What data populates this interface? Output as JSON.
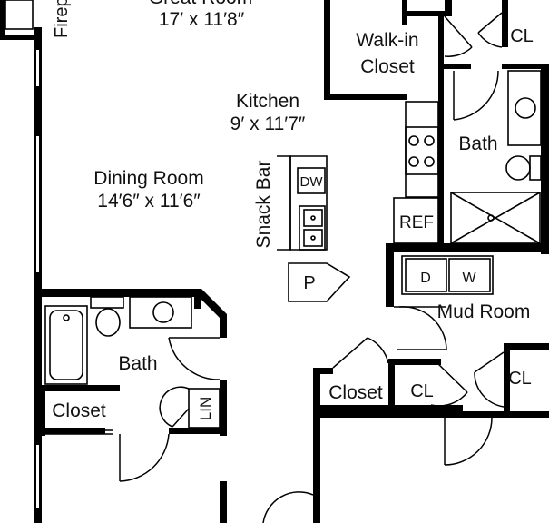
{
  "rooms": {
    "great_room": {
      "name": "Great Room",
      "size": "17′ x 11′8″"
    },
    "kitchen": {
      "name": "Kitchen",
      "size": "9′ x 11′7″"
    },
    "dining_room": {
      "name": "Dining Room",
      "size": "14′6″ x 11′6″"
    },
    "bath_left": {
      "name": "Bath"
    },
    "bath_right": {
      "name": "Bath"
    },
    "walk_in_closet": {
      "line1": "Walk-in",
      "line2": "Closet"
    },
    "mud_room": {
      "name": "Mud Room"
    },
    "closet_left": {
      "name": "Closet"
    },
    "closet_center": {
      "name": "Closet"
    }
  },
  "labels": {
    "fireplace": "Firep",
    "snack_bar": "Snack Bar",
    "dishwasher": "DW",
    "pantry": "P",
    "refrigerator": "REF",
    "dryer": "D",
    "washer": "W",
    "linen": "LIN",
    "cl_top": "CL",
    "cl_center": "CL",
    "cl_right": "CL"
  }
}
